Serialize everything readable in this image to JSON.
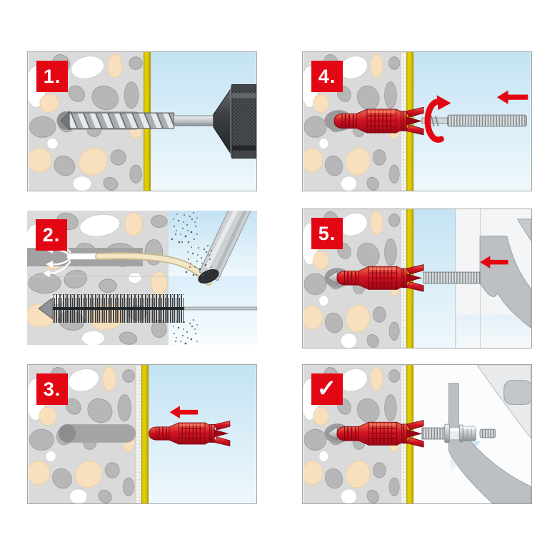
{
  "document": {
    "type": "anchor-installation-instructions",
    "background": "#ffffff"
  },
  "colors": {
    "accent_red": "#e30613",
    "anchor_red": "#d31523",
    "wall_gray": "#dadada",
    "pebble_gray": "#b7b7b7",
    "pebble_peach": "#f8dfbd",
    "plaster_yellow": "#e0cc05",
    "sky_blue": "#c4e3f3",
    "metal_gray": "#c9ced1",
    "fixture_gray": "#bcc0c3"
  },
  "panels": [
    {
      "id": "step-1",
      "badge": "1.",
      "scene": "drill-hole"
    },
    {
      "id": "step-2",
      "badge": "2.",
      "scene": "clean-hole-blow-and-brush"
    },
    {
      "id": "step-3",
      "badge": "3.",
      "scene": "insert-anchor"
    },
    {
      "id": "step-4",
      "badge": "4.",
      "scene": "screw-in-threaded-rod"
    },
    {
      "id": "step-5",
      "badge": "5.",
      "scene": "mount-fixture"
    },
    {
      "id": "step-6",
      "badge": "✓",
      "scene": "installation-complete"
    }
  ]
}
